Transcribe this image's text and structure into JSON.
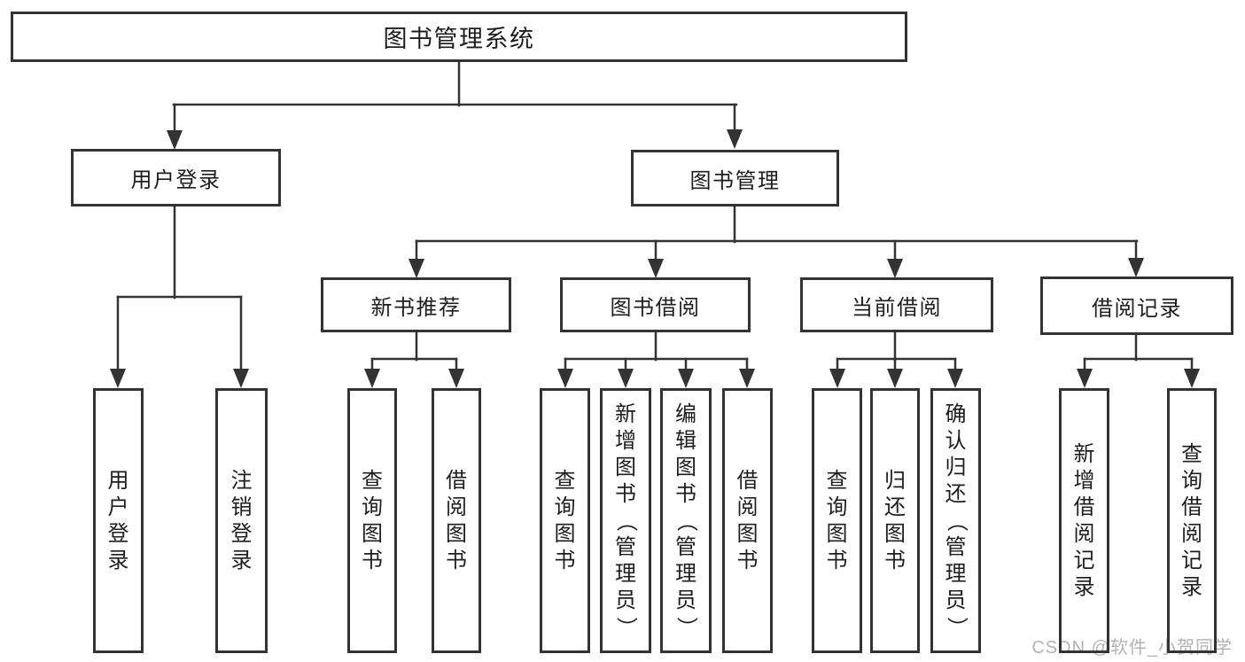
{
  "diagram": {
    "root": {
      "label": "图书管理系统"
    },
    "level2": [
      {
        "label": "用户登录"
      },
      {
        "label": "图书管理"
      }
    ],
    "level3": [
      {
        "label": "新书推荐"
      },
      {
        "label": "图书借阅"
      },
      {
        "label": "当前借阅"
      },
      {
        "label": "借阅记录"
      }
    ],
    "leaves": {
      "user_login": [
        "用户登录",
        "注销登录"
      ],
      "new_book": [
        "查询图书",
        "借阅图书"
      ],
      "book_borrow": [
        "查询图书",
        "新增图书（管理员）",
        "编辑图书（管理员）",
        "借阅图书"
      ],
      "current_borrow": [
        "查询图书",
        "归还图书",
        "确认归还（管理员）"
      ],
      "borrow_records": [
        "新增借阅记录",
        "查询借阅记录"
      ]
    },
    "colors": {
      "line": "#333333",
      "border": "#333333",
      "text": "#1e1e1e",
      "background": "#ffffff"
    }
  },
  "watermark": {
    "text": "CSDN @软件_小贺同学",
    "color": "#b3b3b3"
  }
}
